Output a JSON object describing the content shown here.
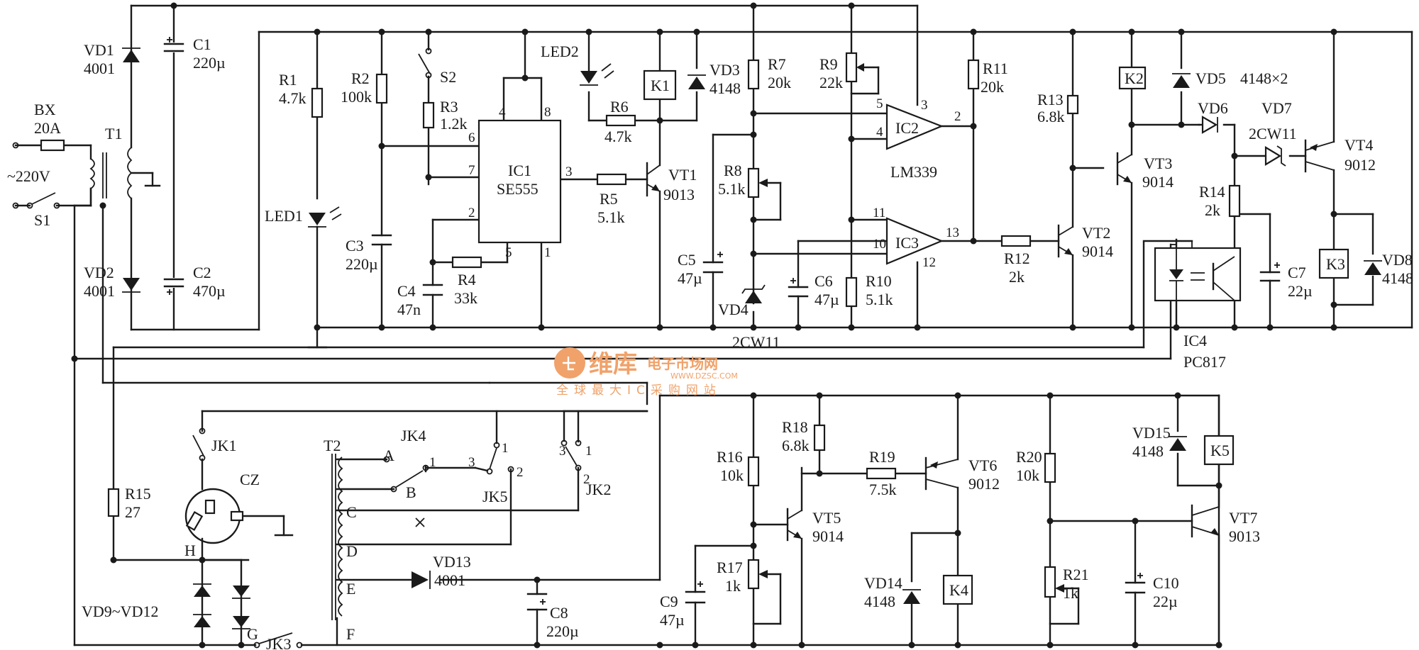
{
  "mains": {
    "voltage": "~220V",
    "fuse_ref": "BX",
    "fuse_val": "20A",
    "switch": "S1",
    "transformer": "T1"
  },
  "psu": {
    "vd1": "VD1",
    "vd1_val": "4001",
    "vd2": "VD2",
    "vd2_val": "4001",
    "c1": "C1",
    "c1_val": "220µ",
    "c2": "C2",
    "c2_val": "470µ"
  },
  "timer": {
    "r1": "R1",
    "r1_val": "4.7k",
    "r2": "R2",
    "r2_val": "100k",
    "r3": "R3",
    "r3_val": "1.2k",
    "r4": "R4",
    "r4_val": "33k",
    "r5": "R5",
    "r5_val": "5.1k",
    "r6": "R6",
    "r6_val": "4.7k",
    "s2": "S2",
    "led1": "LED1",
    "led2": "LED2",
    "c3": "C3",
    "c3_val": "220µ",
    "c4": "C4",
    "c4_val": "47n",
    "ic1": "IC1",
    "ic1_part": "SE555",
    "vt1": "VT1",
    "vt1_part": "9013",
    "k1": "K1",
    "vd3": "VD3",
    "vd3_val": "4148",
    "pins": {
      "p4": "4",
      "p8": "8",
      "p6": "6",
      "p7": "7",
      "p2": "2",
      "p5": "5",
      "p1": "1",
      "p3": "3"
    }
  },
  "comparator": {
    "r7": "R7",
    "r7_val": "20k",
    "r8": "R8",
    "r8_val": "5.1k",
    "r9": "R9",
    "r9_val": "22k",
    "r10": "R10",
    "r10_val": "5.1k",
    "r11": "R11",
    "r11_val": "20k",
    "r12": "R12",
    "r12_val": "2k",
    "c5": "C5",
    "c5_val": "47µ",
    "c6": "C6",
    "c6_val": "47µ",
    "vd4": "VD4",
    "vd4_part": "2CW11",
    "ic2": "IC2",
    "ic3": "IC3",
    "ic_part": "LM339",
    "vt2": "VT2",
    "vt2_part": "9014",
    "pins": {
      "p5": "5",
      "p4": "4",
      "p3": "3",
      "p2": "2",
      "p11": "11",
      "p10": "10",
      "p13": "13",
      "p12": "12"
    }
  },
  "driver": {
    "r13": "R13",
    "r13_val": "6.8k",
    "r14": "R14",
    "r14_val": "2k",
    "k2": "K2",
    "k3": "K3",
    "vd5": "VD5",
    "vd5_val": "4148×2",
    "vd6": "VD6",
    "vd7": "VD7",
    "vd7_part": "2CW11",
    "vd8": "VD8",
    "vd8_val": "4148",
    "vt3": "VT3",
    "vt3_part": "9014",
    "vt4": "VT4",
    "vt4_part": "9012",
    "c7": "C7",
    "c7_val": "22µ",
    "ic4": "IC4",
    "ic4_part": "PC817"
  },
  "output": {
    "t2": "T2",
    "jk1": "JK1",
    "jk2": "JK2",
    "jk3": "JK3",
    "jk4": "JK4",
    "jk5": "JK5",
    "cz": "CZ",
    "r15": "R15",
    "r15_val": "27",
    "bridge": "VD9~VD12",
    "node_h": "H",
    "node_g": "G",
    "taps": [
      "A",
      "B",
      "C",
      "D",
      "E",
      "F"
    ],
    "vd13": "VD13",
    "vd13_val": "4001",
    "c8": "C8",
    "c8_val": "220µ",
    "jk4_pins": {
      "p1": "1",
      "p3": "3"
    },
    "jk5_pins": {
      "p1": "1",
      "p2": "2"
    },
    "jk2_pins": {
      "p3": "3",
      "p1": "1",
      "p2": "2"
    }
  },
  "protect": {
    "r16": "R16",
    "r16_val": "10k",
    "r17": "R17",
    "r17_val": "1k",
    "r18": "R18",
    "r18_val": "6.8k",
    "r19": "R19",
    "r19_val": "7.5k",
    "r20": "R20",
    "r20_val": "10k",
    "r21": "R21",
    "r21_val": "1k",
    "c9": "C9",
    "c9_val": "47µ",
    "c10": "C10",
    "c10_val": "22µ",
    "vt5": "VT5",
    "vt5_part": "9014",
    "vt6": "VT6",
    "vt6_part": "9012",
    "vt7": "VT7",
    "vt7_part": "9013",
    "vd14": "VD14",
    "vd14_val": "4148",
    "vd15": "VD15",
    "vd15_val": "4148",
    "k4": "K4",
    "k5": "K5"
  },
  "watermark": {
    "brand": "维库",
    "brand_sub": "电子市场网",
    "url": "WWW.DZSC.COM",
    "slogan": "全球最大IC采购网站"
  }
}
